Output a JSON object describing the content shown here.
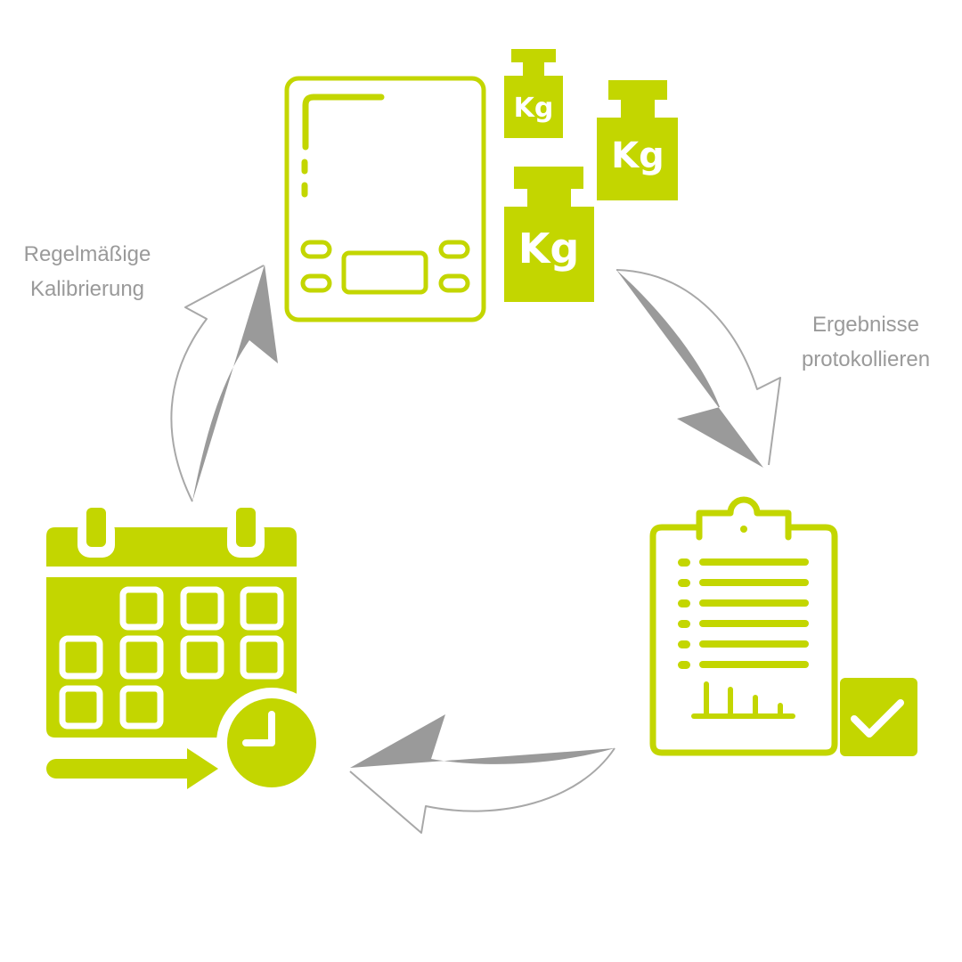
{
  "colors": {
    "accent": "#c3d600",
    "arrow_dark": "#9a9a9a",
    "arrow_outline": "#a8a8a8",
    "label_text": "#9a9a9a",
    "background": "#ffffff"
  },
  "labels": {
    "calibration": {
      "line1": "Regelmäßige",
      "line2": "Kalibrierung"
    },
    "protocol": {
      "line1": "Ergebnisse",
      "line2": "protokollieren"
    }
  },
  "weights": {
    "small": "Kg",
    "medium": "Kg",
    "large": "Kg"
  },
  "icons": {
    "scale": "kitchen-scale-icon",
    "weights": "kg-weight-icon",
    "clipboard": "clipboard-report-icon",
    "check": "checkmark-icon",
    "calendar": "calendar-icon",
    "clock": "clock-icon",
    "timeline_arrow": "arrow-right-icon"
  }
}
